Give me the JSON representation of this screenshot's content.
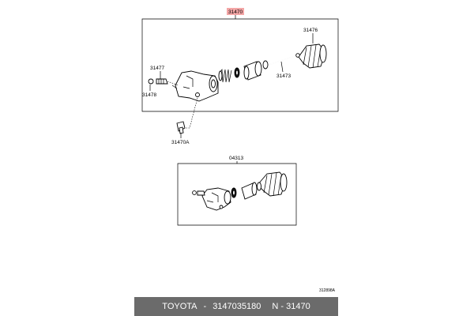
{
  "diagram": {
    "callouts": {
      "assembly": "31470",
      "boot": "31476",
      "bleeder_plug": "31477",
      "bleeder_cap": "31478",
      "pushrod": "31473",
      "union_bolt": "31470A",
      "kit": "04313"
    },
    "reference_code": "312898A",
    "colors": {
      "highlight": "#f4a6a6",
      "line": "#000000",
      "footer_bg": "#6b6b6b",
      "footer_text": "#ffffff"
    }
  },
  "footer": {
    "brand": "TOYOTA",
    "separator": "-",
    "part_number": "3147035180",
    "code": "N - 31470"
  }
}
